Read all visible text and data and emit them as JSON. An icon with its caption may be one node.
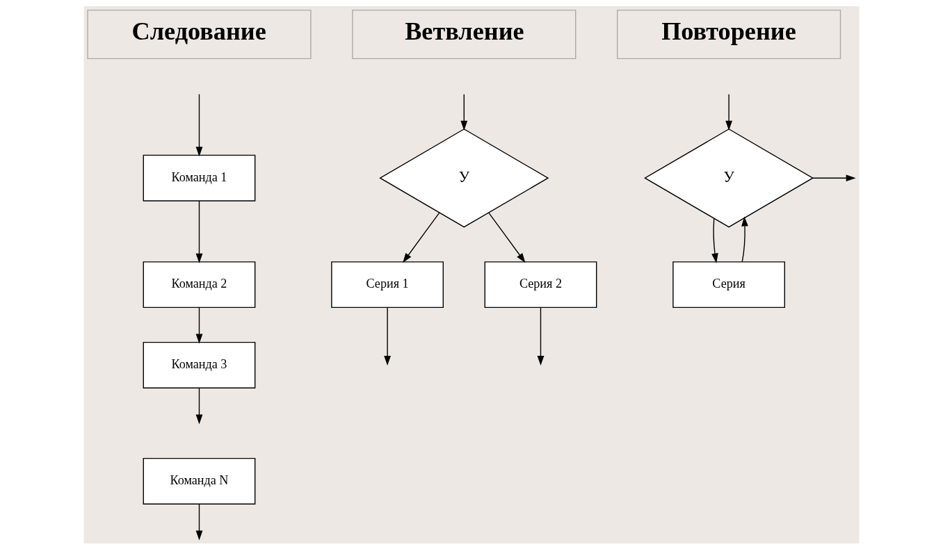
{
  "diagram": {
    "nodes": [
      {
        "text": [
          "Следование"
        ]
      },
      {
        "text": [
          "Ветвление"
        ]
      },
      {
        "text": [
          "Повторение"
        ]
      },
      {
        "text": [
          "Команда 1"
        ]
      },
      {
        "text": [
          "Команда 2"
        ]
      },
      {
        "text": [
          "Команда 3"
        ]
      },
      {
        "text": [
          "Команда N"
        ]
      },
      {
        "text": [
          "У"
        ]
      },
      {
        "text": [
          "Серия 1"
        ]
      },
      {
        "text": [
          "Серия 2"
        ]
      },
      {
        "text": [
          "У"
        ]
      },
      {
        "text": [
          "Серия"
        ]
      }
    ],
    "edges": [
      {
        "from": null,
        "to": 3,
        "arrow": "to"
      },
      {
        "from": 3,
        "to": 4,
        "arrow": "to"
      },
      {
        "from": 4,
        "to": 5,
        "arrow": "to"
      },
      {
        "from": 5,
        "to": null,
        "arrow": "to"
      },
      {
        "from": 6,
        "to": null,
        "arrow": "to"
      },
      {
        "from": null,
        "to": 7,
        "arrow": "to"
      },
      {
        "from": 7,
        "to": 8,
        "arrow": "to"
      },
      {
        "from": 7,
        "to": 9,
        "arrow": "to"
      },
      {
        "from": 8,
        "to": null,
        "arrow": "to"
      },
      {
        "from": 9,
        "to": null,
        "arrow": "to"
      },
      {
        "from": 10,
        "to": null,
        "arrow": "to"
      },
      {
        "from": 10,
        "to": 11,
        "arrow": "to"
      },
      {
        "from": 11,
        "to": 10,
        "arrow": "to"
      },
      {
        "from": null,
        "to": 10,
        "arrow": "to"
      }
    ]
  }
}
